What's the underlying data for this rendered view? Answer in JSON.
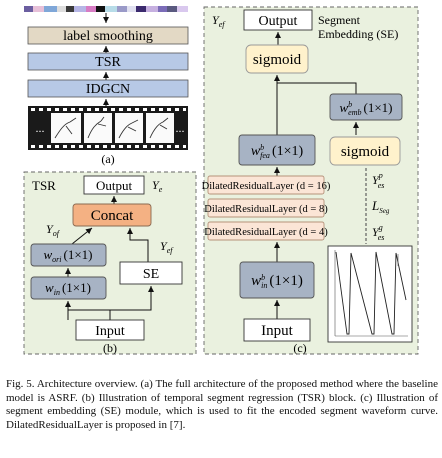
{
  "panel_a": {
    "label": "(a)",
    "label_smoothing": "label smoothing",
    "tsr": "TSR",
    "idgcn": "IDGCN",
    "frames_ellipsis_left": "...",
    "frames_ellipsis_right": "..."
  },
  "panel_b": {
    "label": "(b)",
    "title": "TSR",
    "output": "Output",
    "y_e": "Y",
    "y_e_sub": "e",
    "concat": "Concat",
    "y_of": "Y",
    "y_of_sub": "of",
    "w_ori": "w",
    "w_ori_sub": "ori",
    "w_ori_arg": "(1×1)",
    "w_in": "w",
    "w_in_sub": "in",
    "w_in_arg": "(1×1)",
    "se": "SE",
    "y_ef": "Y",
    "y_ef_sub": "ef",
    "input": "Input"
  },
  "panel_c": {
    "label": "(c)",
    "y_ef": "Y",
    "y_ef_sub": "ef",
    "output": "Output",
    "title_line1": "Segment",
    "title_line2": "Embedding (SE)",
    "sigmoid_top": "sigmoid",
    "w_emb": "w",
    "w_emb_sup": "b",
    "w_emb_sub": "emb",
    "w_emb_arg": "(1×1)",
    "w_fea": "w",
    "w_fea_sup": "b",
    "w_fea_sub": "fea",
    "w_fea_arg": "(1×1)",
    "sigmoid_right": "sigmoid",
    "drl_16": "DilatedResidualLayer (d = 16)",
    "drl_8": "DilatedResidualLayer (d = 8)",
    "drl_4": "DilatedResidualLayer (d = 4)",
    "y_es_p": "Y",
    "y_es_p_sub": "es",
    "y_es_p_sup": "p",
    "loss": "L",
    "loss_sub": "Seg",
    "y_es_g": "Y",
    "y_es_g_sub": "es",
    "y_es_g_sup": "g",
    "w_in": "w",
    "w_in_sup": "b",
    "w_in_sub": "in",
    "w_in_arg": "(1×1)",
    "input": "Input"
  },
  "caption": "Fig. 5.  Architecture overview. (a) The full architecture of the proposed method where the baseline model is ASRF. (b) Illustration of temporal segment regression (TSR) block. (c) Illustration of segment embedding (SE) module, which is used to fit the encoded segment waveform curve. DilatedResidualLayer is proposed in [7].",
  "colors": {
    "panel_bg": "#eaf1df",
    "tan_box": "#e3d9c5",
    "blue_box": "#b7c9e6",
    "steel_box": "#a7b3c4",
    "concat": "#f4b183",
    "sigmoid": "#fff2cc",
    "drl": "#fbe5d6"
  }
}
